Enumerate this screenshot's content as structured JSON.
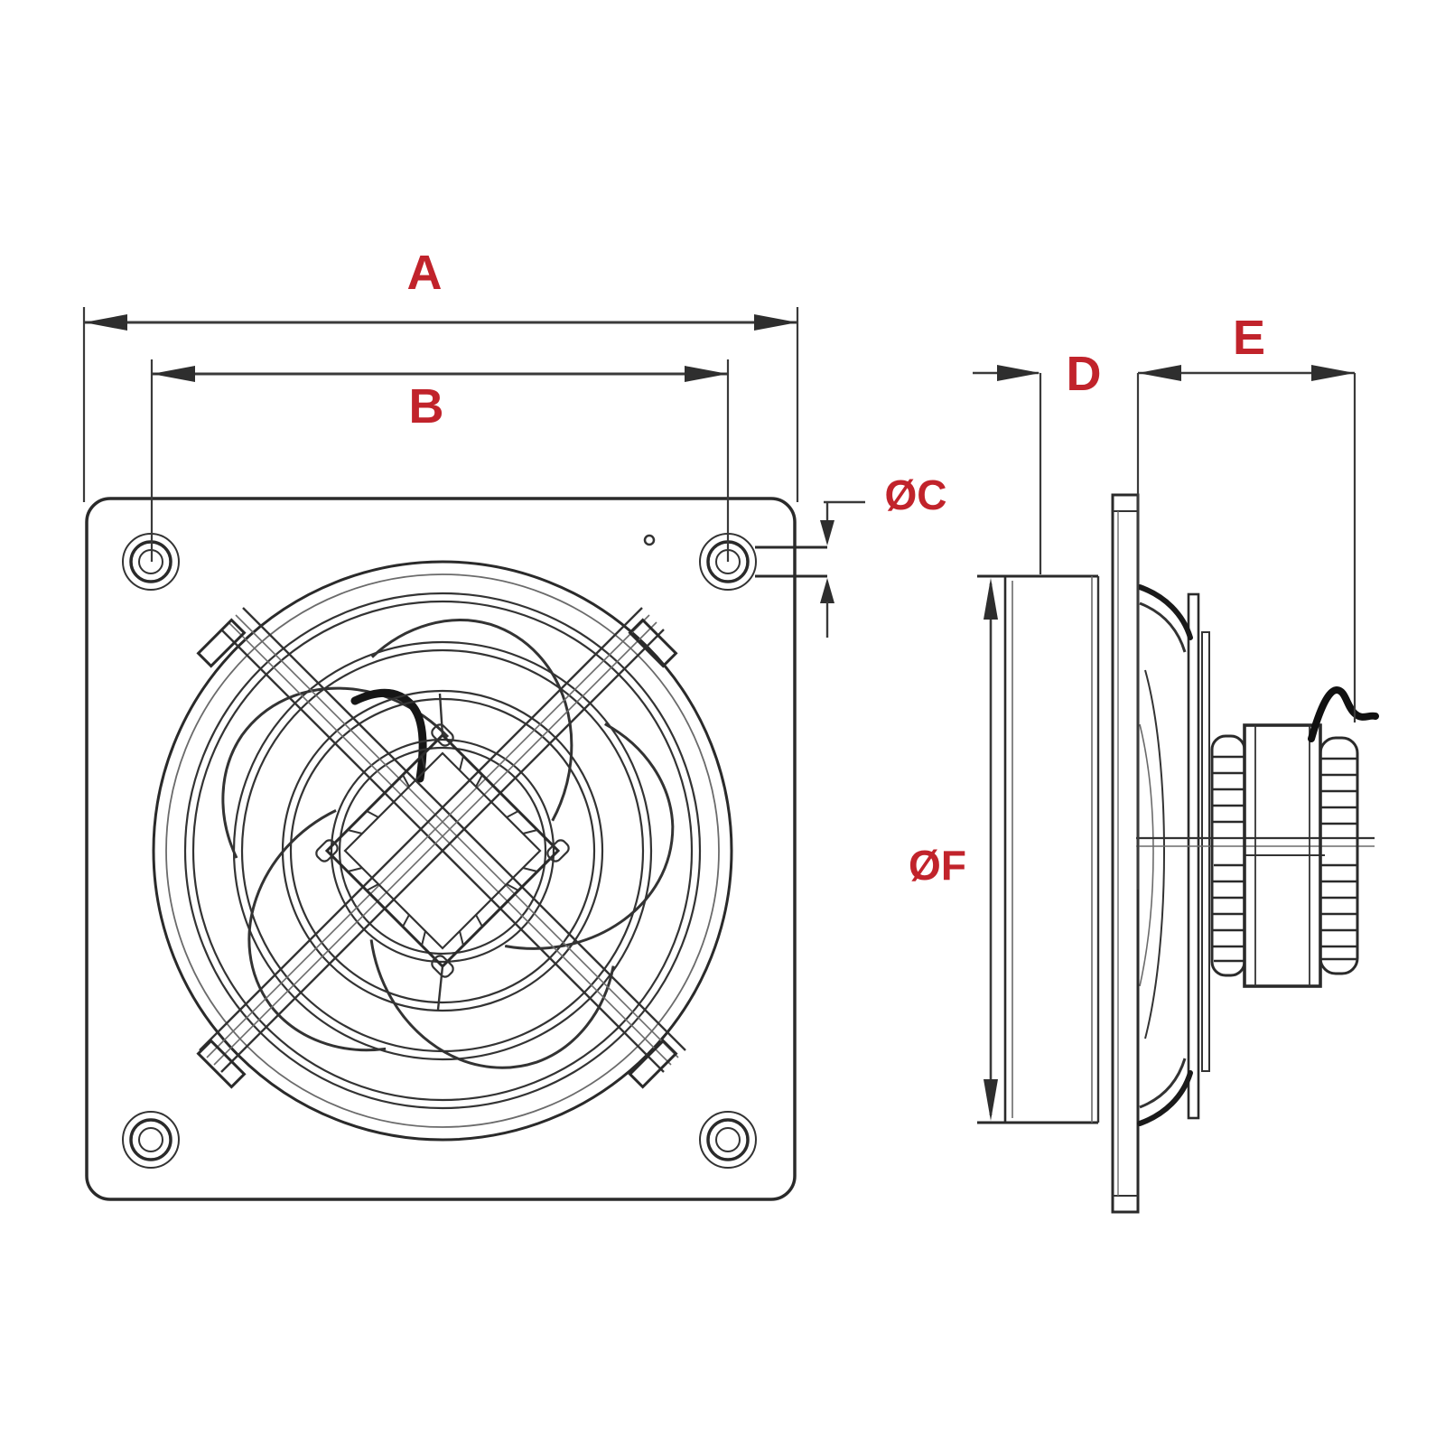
{
  "diagram": {
    "title_hint": "axial-wall-fan-dimensional-drawing",
    "accent_color": "#c1232b",
    "line_color": "#2e2e2e",
    "dimensions": {
      "a": "A",
      "b": "B",
      "c": "ØC",
      "d": "D",
      "e": "E",
      "f": "ØF"
    }
  }
}
